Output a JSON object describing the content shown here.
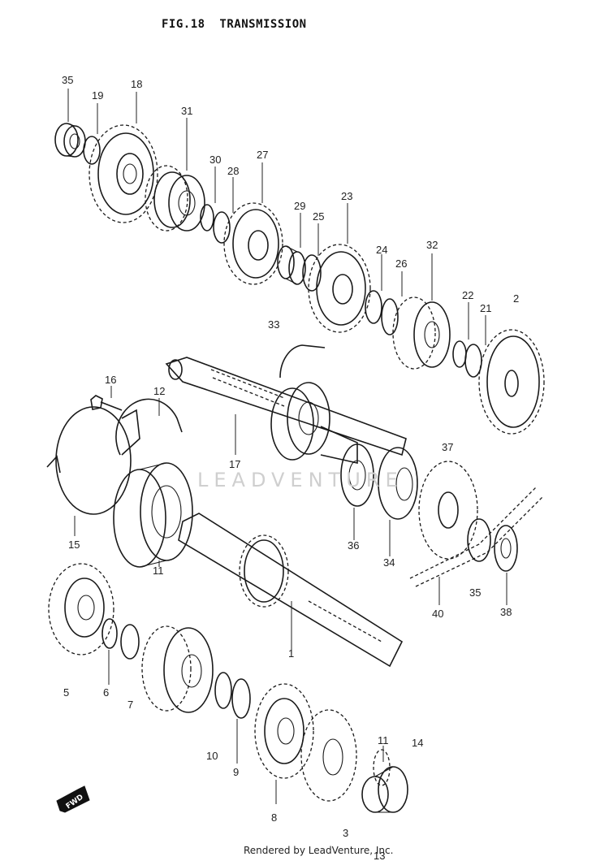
{
  "title": "FIG.18  TRANSMISSION",
  "footer": "Rendered by LeadVenture, Inc.",
  "watermark": "LEADVENTURE",
  "fwd_label": "FWD",
  "callouts": [
    "35",
    "19",
    "18",
    "31",
    "30",
    "28",
    "27",
    "29",
    "25",
    "23",
    "24",
    "26",
    "32",
    "22",
    "21",
    "2",
    "33",
    "16",
    "12",
    "17",
    "15",
    "11",
    "36",
    "34",
    "37",
    "35",
    "38",
    "40",
    "1",
    "5",
    "6",
    "7",
    "10",
    "9",
    "8",
    "11",
    "14",
    "3",
    "13"
  ]
}
